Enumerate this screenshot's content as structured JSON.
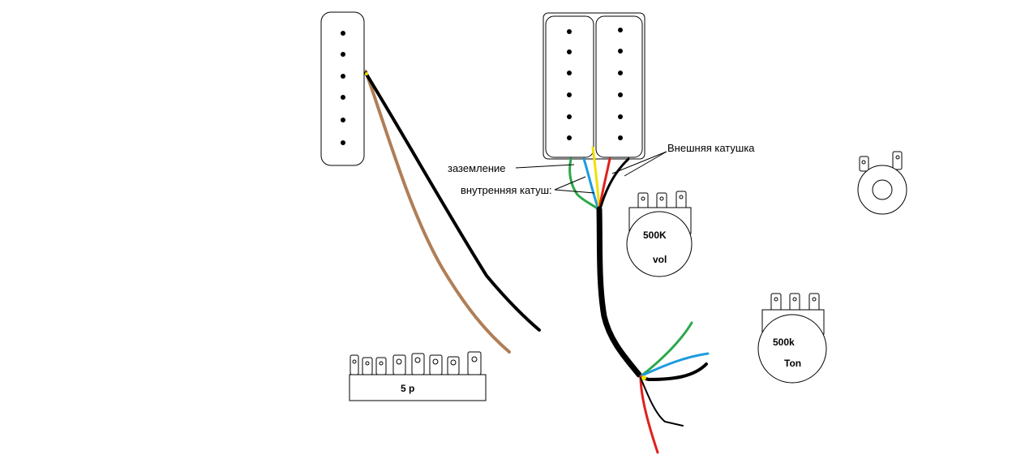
{
  "labels": {
    "ground": "заземление",
    "inner_coil": "внутренняя катуш:",
    "outer_coil": "Внешняя катушка"
  },
  "switch": {
    "label": "5 p"
  },
  "volume_pot": {
    "value": "500K",
    "name": "vol"
  },
  "tone_pot": {
    "value": "500k",
    "name": "Ton"
  },
  "wire_colors": {
    "black": "#000000",
    "brown": "#b07e56",
    "green": "#2aa84a",
    "blue": "#1e9be0",
    "yellow": "#f0e000",
    "red": "#e0201c"
  }
}
